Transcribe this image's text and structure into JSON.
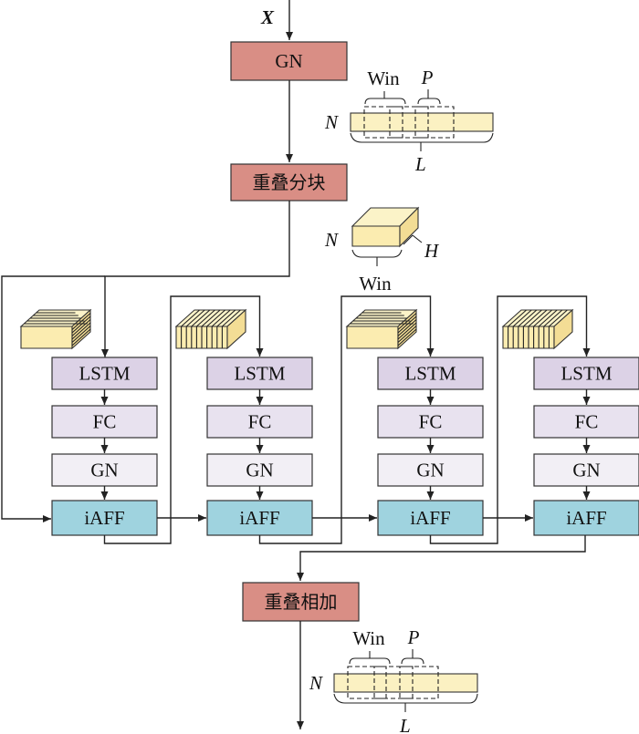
{
  "input_label": "X",
  "top": {
    "gn": "GN",
    "chunk": "重叠分块",
    "merge": "重叠相加"
  },
  "seq_top": {
    "win": "Win",
    "p": "P",
    "n": "N",
    "l": "L"
  },
  "cube_main": {
    "n": "N",
    "h": "H",
    "win": "Win"
  },
  "seq_bottom": {
    "win": "Win",
    "p": "P",
    "n": "N",
    "l": "L"
  },
  "columns": [
    {
      "lstm": "LSTM",
      "fc": "FC",
      "gn": "GN",
      "iaff": "iAFF"
    },
    {
      "lstm": "LSTM",
      "fc": "FC",
      "gn": "GN",
      "iaff": "iAFF"
    },
    {
      "lstm": "LSTM",
      "fc": "FC",
      "gn": "GN",
      "iaff": "iAFF"
    },
    {
      "lstm": "LSTM",
      "fc": "FC",
      "gn": "GN",
      "iaff": "iAFF"
    }
  ],
  "colors": {
    "red_block": "#d98e85",
    "lstm": "#dcd2e6",
    "fc": "#e8e2ef",
    "gn": "#f2eff5",
    "iaff": "#9fd3df",
    "tensor": "#fbf1c2"
  }
}
